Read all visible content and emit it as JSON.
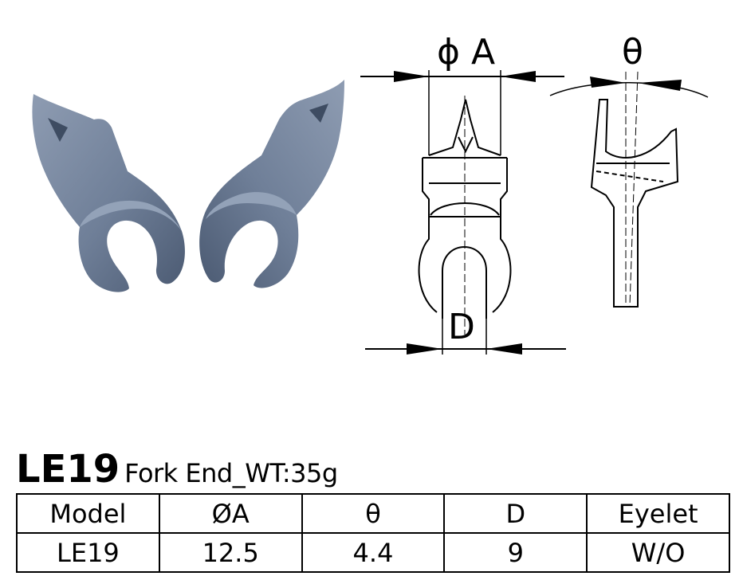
{
  "product": {
    "code": "LE19",
    "subtitle": "Fork End_WT:35g"
  },
  "drawing": {
    "label_a": "ϕ A",
    "label_theta": "θ",
    "label_d": "D"
  },
  "table": {
    "headers": [
      "Model",
      "ØA",
      "θ",
      "D",
      "Eyelet"
    ],
    "rows": [
      [
        "LE19",
        "12.5",
        "4.4",
        "9",
        "W/O"
      ]
    ]
  },
  "colors": {
    "part_fill": "#6f7f98",
    "part_shadow": "#48586f",
    "part_highlight": "#a9b6c8"
  }
}
